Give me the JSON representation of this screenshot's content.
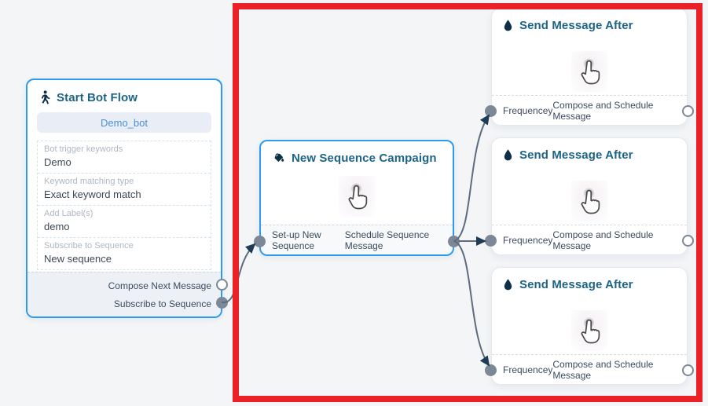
{
  "colors": {
    "canvas": "#f3f5f7",
    "node_border_blue": "#2e9af0",
    "title": "#1d6486",
    "edge": "#5d6c7f",
    "arrow": "#1e3c55",
    "handle": "#7c8896",
    "highlight_red": "#ec2127"
  },
  "nodes": {
    "start": {
      "icon": "walking-person-icon",
      "title": "Start Bot Flow",
      "bot_button": "Demo_bot",
      "fields": [
        {
          "label": "Bot trigger keywords",
          "value": "Demo"
        },
        {
          "label": "Keyword matching type",
          "value": "Exact keyword match"
        },
        {
          "label": "Add Label(s)",
          "value": "demo"
        },
        {
          "label": "Subscribe to Sequence",
          "value": "New sequence"
        }
      ],
      "outputs": [
        {
          "label": "Compose Next Message",
          "handle": "open"
        },
        {
          "label": "Subscribe to Sequence",
          "handle": "filled"
        }
      ]
    },
    "sequence": {
      "icon": "ink-bucket-icon",
      "title": "New Sequence Campaign",
      "center_icon": "tap-gesture-icon",
      "ports": [
        {
          "label": "Set-up New Sequence",
          "side": "left",
          "handle": "filled"
        },
        {
          "label": "Schedule Sequence Message",
          "side": "right",
          "handle": "filled"
        }
      ]
    },
    "send": [
      {
        "icon": "water-drop-icon",
        "title": "Send Message After",
        "center_icon": "tap-gesture-icon",
        "left_port": "Frequencey",
        "right_port": "Compose and Schedule Message"
      },
      {
        "icon": "water-drop-icon",
        "title": "Send Message After",
        "center_icon": "tap-gesture-icon",
        "left_port": "Frequencey",
        "right_port": "Compose and Schedule Message"
      },
      {
        "icon": "water-drop-icon",
        "title": "Send Message After",
        "center_icon": "tap-gesture-icon",
        "left_port": "Frequencey",
        "right_port": "Compose and Schedule Message"
      }
    ]
  },
  "edges": [
    {
      "from": "start.subscribe-to-sequence",
      "to": "sequence.set-up-new-sequence"
    },
    {
      "from": "sequence.schedule-sequence-message",
      "to": "send-1.frequencey"
    },
    {
      "from": "sequence.schedule-sequence-message",
      "to": "send-2.frequencey"
    },
    {
      "from": "sequence.schedule-sequence-message",
      "to": "send-3.frequencey"
    }
  ]
}
